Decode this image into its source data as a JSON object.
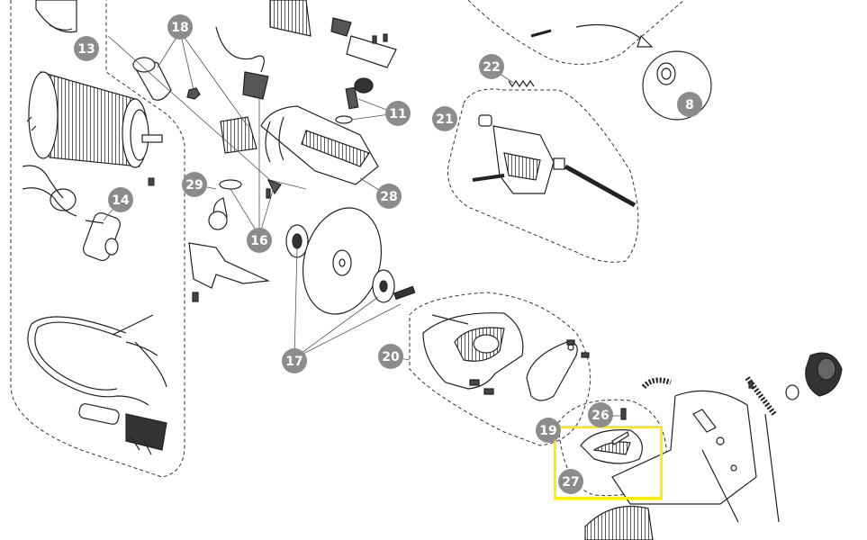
{
  "colors": {
    "badge_fill": "#8c8c8c",
    "badge_text": "#ffffff",
    "line": "#222222",
    "shade": "#5a5a5a",
    "highlight": "#ffee00"
  },
  "badges": {
    "b8": "8",
    "b11": "11",
    "b13": "13",
    "b14": "14",
    "b16": "16",
    "b17": "17",
    "b18": "18",
    "b19": "19",
    "b20": "20",
    "b21": "21",
    "b22": "22",
    "b26": "26",
    "b27": "27",
    "b28": "28",
    "b29": "29"
  },
  "highlight_target": "27"
}
